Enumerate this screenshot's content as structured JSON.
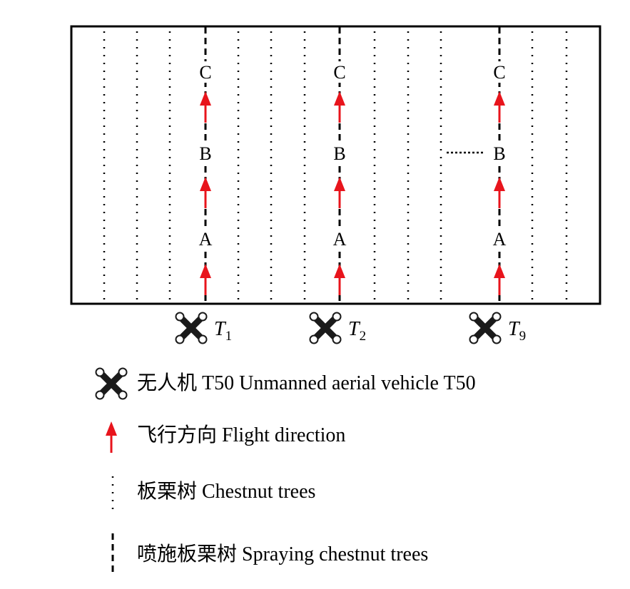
{
  "waypoints": [
    "A",
    "B",
    "C"
  ],
  "drones": [
    {
      "name": "T",
      "sub": "1"
    },
    {
      "name": "T",
      "sub": "2"
    },
    {
      "name": "T",
      "sub": "9"
    }
  ],
  "legend": {
    "uav": "无人机 T50 Unmanned aerial vehicle T50",
    "direction": "飞行方向 Flight direction",
    "chestnut": "板栗树 Chestnut trees",
    "spraying": "喷施板栗树 Spraying chestnut trees"
  },
  "colors": {
    "arrow": "#e8141c",
    "line": "#000000",
    "drone": "#1a1a1a"
  },
  "icons": {
    "drone": "quadcopter-icon",
    "arrow": "arrow-up-icon"
  }
}
